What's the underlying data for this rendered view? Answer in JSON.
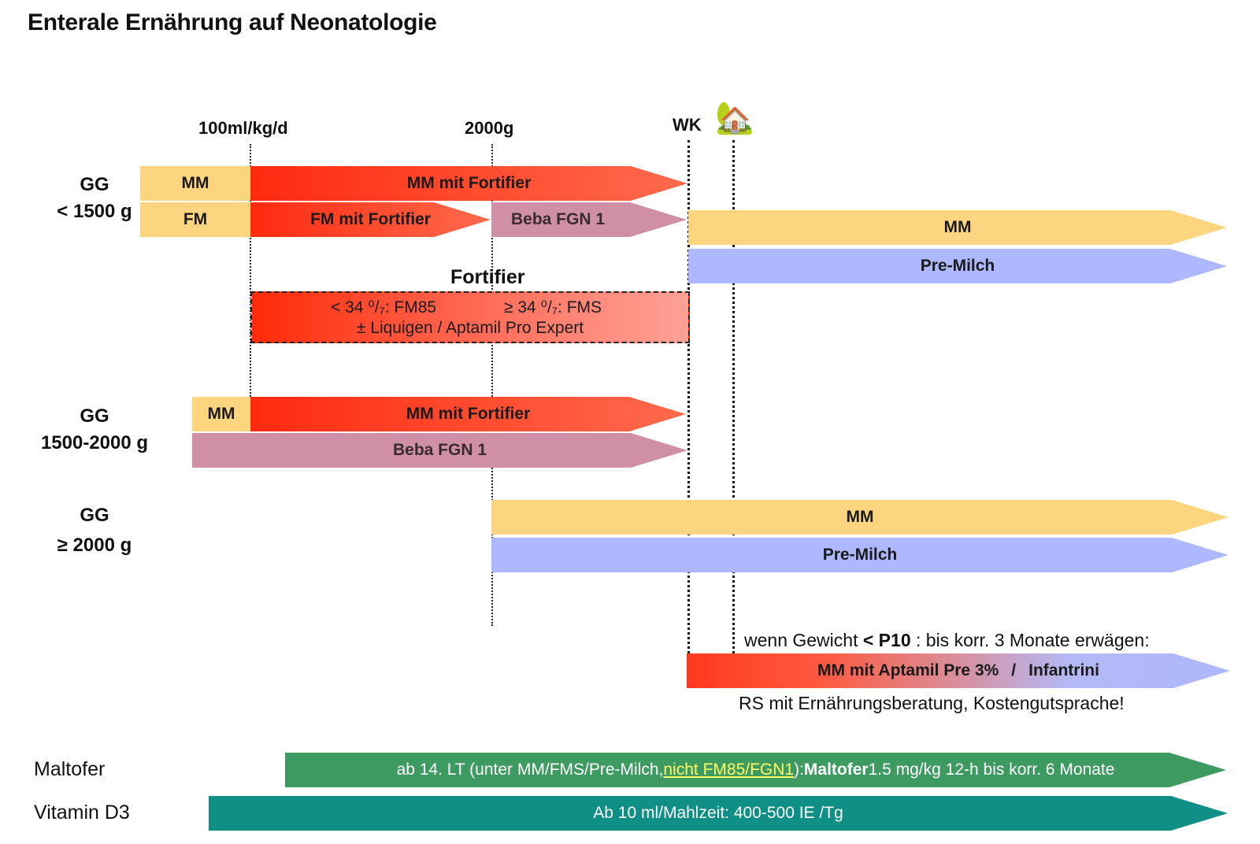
{
  "title": "Enterale Ernährung auf Neonatologie",
  "milestones": {
    "m1": "100ml/kg/d",
    "m2": "2000g",
    "m3": "WK",
    "home_icon": "house-with-tree"
  },
  "groups": {
    "g1": {
      "line1": "GG",
      "line2": "< 1500 g"
    },
    "g2": {
      "line1": "GG",
      "line2": "1500-2000 g"
    },
    "g3": {
      "line1": "GG",
      "line2": "≥ 2000 g"
    }
  },
  "bars": {
    "g1_mm": "MM",
    "g1_mm_fort": "MM mit Fortifier",
    "g1_fm": "FM",
    "g1_fm_fort": "FM mit Fortifier",
    "g1_beba": "Beba FGN 1",
    "g1_post_mm": "MM",
    "g1_post_pre": "Pre-Milch",
    "g2_mm": "MM",
    "g2_mm_fort": "MM mit Fortifier",
    "g2_beba": "Beba FGN 1",
    "g3_mm": "MM",
    "g3_pre": "Pre-Milch"
  },
  "fortifier": {
    "title": "Fortifier",
    "left": "< 34 ⁰/₇: FM85",
    "right": "≥ 34 ⁰/₇: FMS",
    "bottom": "± Liquigen / Aptamil Pro Expert"
  },
  "p10": {
    "pre": "wenn Gewicht ",
    "bold": "< P10",
    "post": " : bis korr. 3 Monate erwägen:",
    "bar_a": "MM mit Aptamil Pre 3%",
    "sep": "/",
    "bar_b": "Infantrini",
    "note": "RS mit Ernährungsberatung, Kostengutsprache!"
  },
  "maltofer": {
    "label": "Maltofer",
    "t1": "ab 14. LT (unter MM/FMS/Pre-Milch, ",
    "t2": "nicht FM85/FGN1",
    "t3": "): ",
    "t4": "Maltofer",
    "t5": " 1.5 mg/kg 12-h bis korr. 6 Monate"
  },
  "vitd": {
    "label": "Vitamin D3",
    "text": "Ab 10 ml/Mahlzeit: 400-500 IE /Tg"
  },
  "colors": {
    "yellow": "#fdd57e",
    "red": "#ff2a10",
    "mauve": "#cf8fa6",
    "blue": "#aeb8ff",
    "green": "#3d9b62",
    "teal": "#108f86",
    "highlight": "#ffff66"
  }
}
